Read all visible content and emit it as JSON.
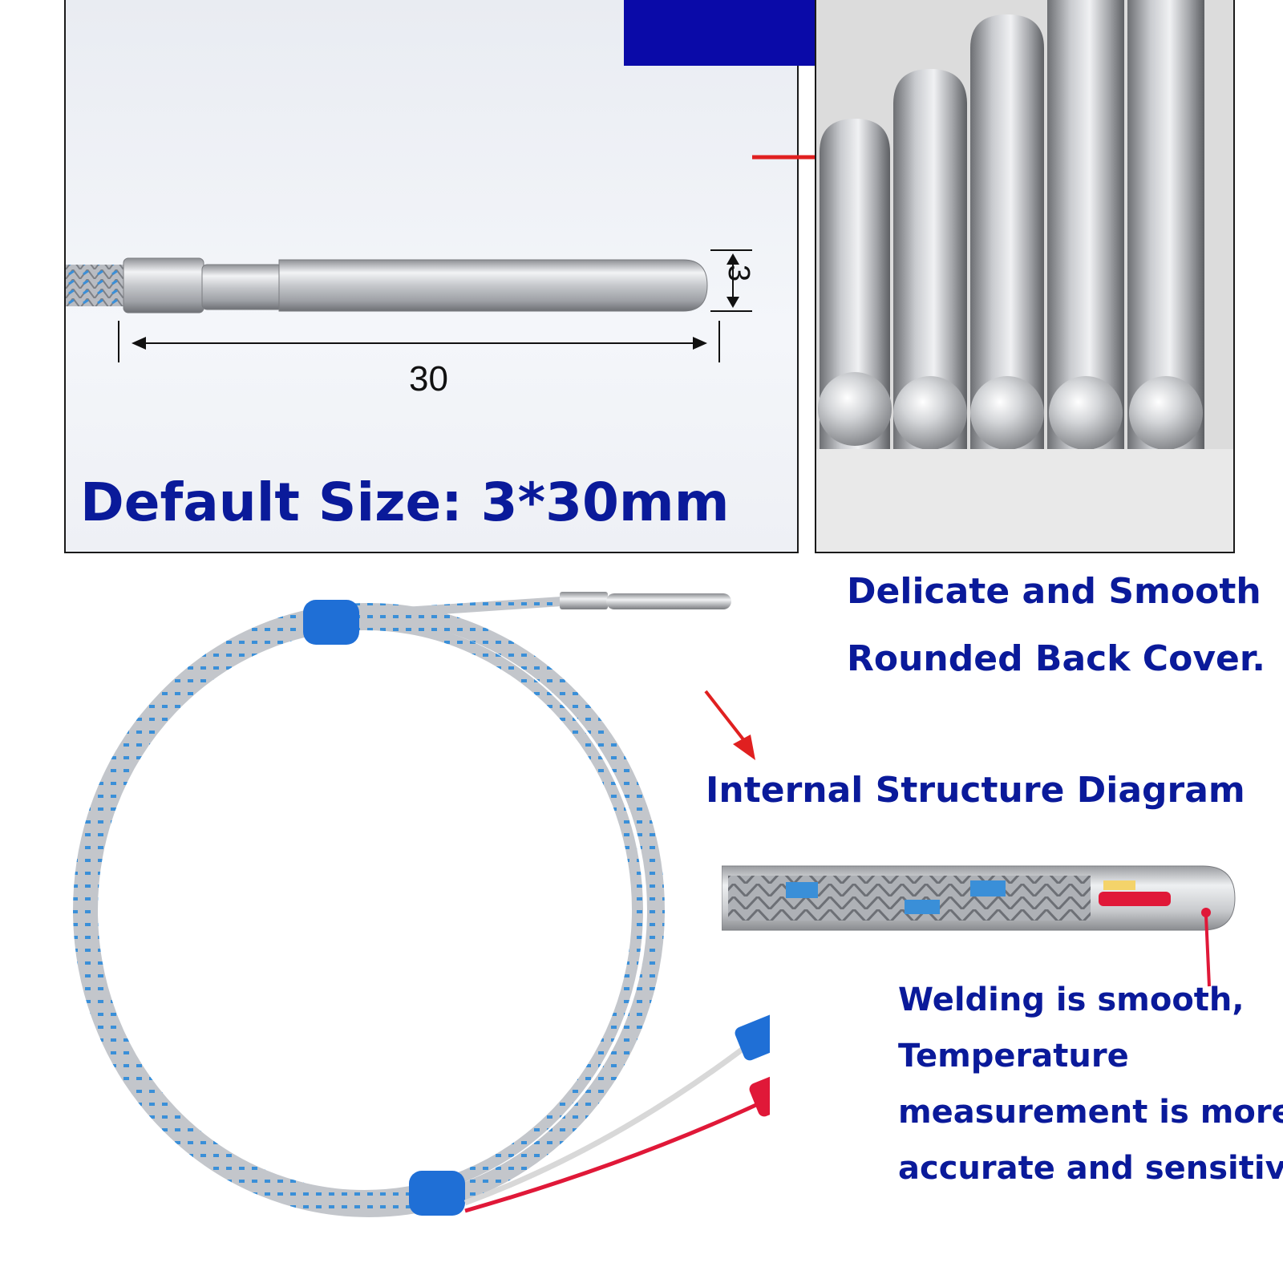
{
  "top_left_panel": {
    "dimension_diameter": "3",
    "dimension_length": "30",
    "headline": "Default Size: 3*30mm"
  },
  "top_right_panel": {
    "caption_line_1": "Delicate and Smooth",
    "caption_line_2": "Rounded Back Cover."
  },
  "internal_structure": {
    "title": "Internal Structure Diagram"
  },
  "welding_note": {
    "line_1": "Welding is smooth,",
    "line_2": "Temperature",
    "line_3": "measurement is more",
    "line_4": "accurate and sensitive."
  },
  "colors": {
    "banner": "#0a0aa8",
    "text": "#0a1a9a",
    "arrow": "#e02020",
    "braid_blue": "#3a8fd8",
    "wire_red": "#e01838",
    "wire_blue": "#1f6fd6"
  }
}
